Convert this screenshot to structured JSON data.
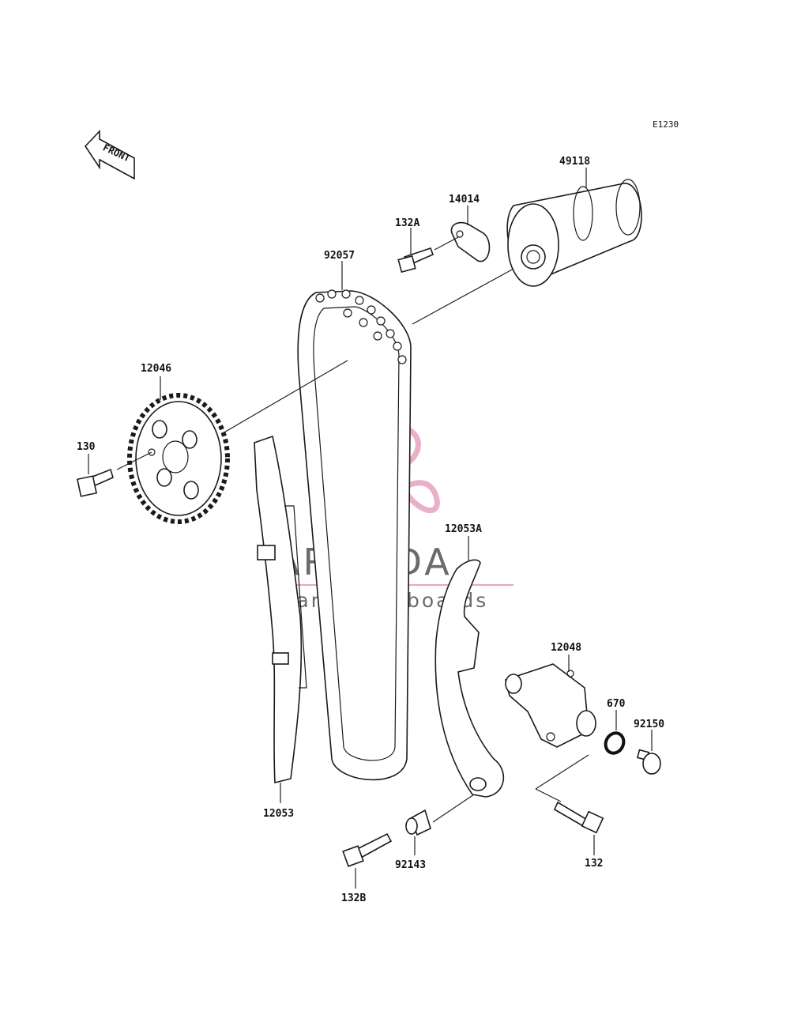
{
  "ref_code": "E1230",
  "front_label": "FRONT",
  "watermark": {
    "brand": "ARMADA",
    "tagline": "marine outboards",
    "color": "#e8a7c4"
  },
  "parts": [
    {
      "id": "49118"
    },
    {
      "id": "14014"
    },
    {
      "id": "132A"
    },
    {
      "id": "92057"
    },
    {
      "id": "12046"
    },
    {
      "id": "130"
    },
    {
      "id": "12053A"
    },
    {
      "id": "12048"
    },
    {
      "id": "670"
    },
    {
      "id": "92150"
    },
    {
      "id": "12053"
    },
    {
      "id": "92143"
    },
    {
      "id": "132"
    },
    {
      "id": "132B"
    }
  ]
}
